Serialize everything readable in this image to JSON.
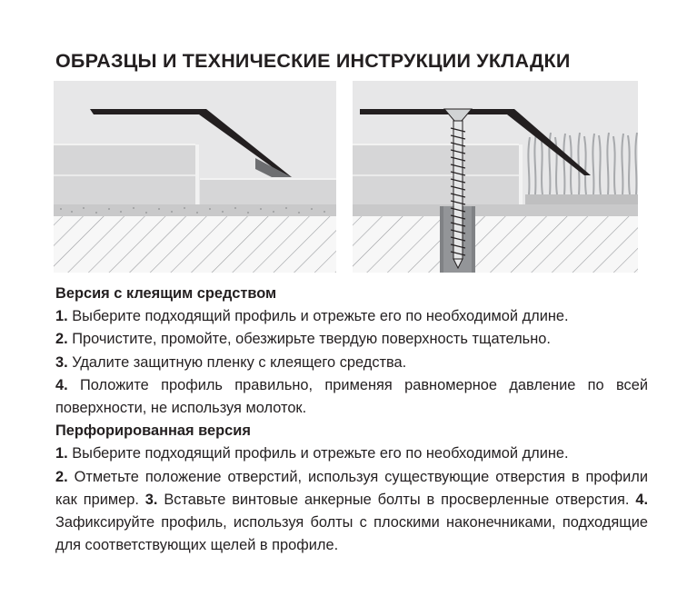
{
  "title": "ОБРАЗЦЫ И ТЕХНИЧЕСКИЕ ИНСТРУКЦИИ УКЛАДКИ",
  "figures": {
    "left": {
      "icon": "adhesive-profile-cross-section"
    },
    "right": {
      "icon": "screwed-profile-cross-section"
    }
  },
  "adhesive": {
    "heading": "Версия с клеящим средством",
    "steps": [
      {
        "num": "1.",
        "text": " Выберите подходящий профиль  и отрежьте его по необходимой длине."
      },
      {
        "num": "2.",
        "text": " Прочистите, промойте, обезжирьте  твердую поверхность тщательно."
      },
      {
        "num": "3.",
        "text": " Удалите защитную пленку с клеящего средства."
      },
      {
        "num": "4.",
        "text": " Положите профиль правильно, применяя равномерное давление по всей поверхности, не используя молоток."
      }
    ]
  },
  "perforated": {
    "heading": "Перфорированная версия",
    "steps": [
      {
        "num": "1.",
        "text": " Выберите подходящий профиль  и отрежьте его по необходимой длине."
      },
      {
        "num": "2.",
        "text": " Отметьте положение отверстий, используя существующие отверстия в профили как пример."
      },
      {
        "num": "3.",
        "text": " Вставьте винтовые анкерные болты в просверленные отверстия."
      },
      {
        "num": "4.",
        "text": " Зафиксируйте профиль, используя болты с плоскими наконечниками, подходящие для соответствующих щелей в профиле."
      }
    ]
  },
  "colors": {
    "text": "#231f20",
    "profile": "#231f20",
    "floor_light": "#e6e6e6",
    "floor_mid": "#d1d1d1",
    "subfloor_hatch": "#a7a9ac"
  }
}
